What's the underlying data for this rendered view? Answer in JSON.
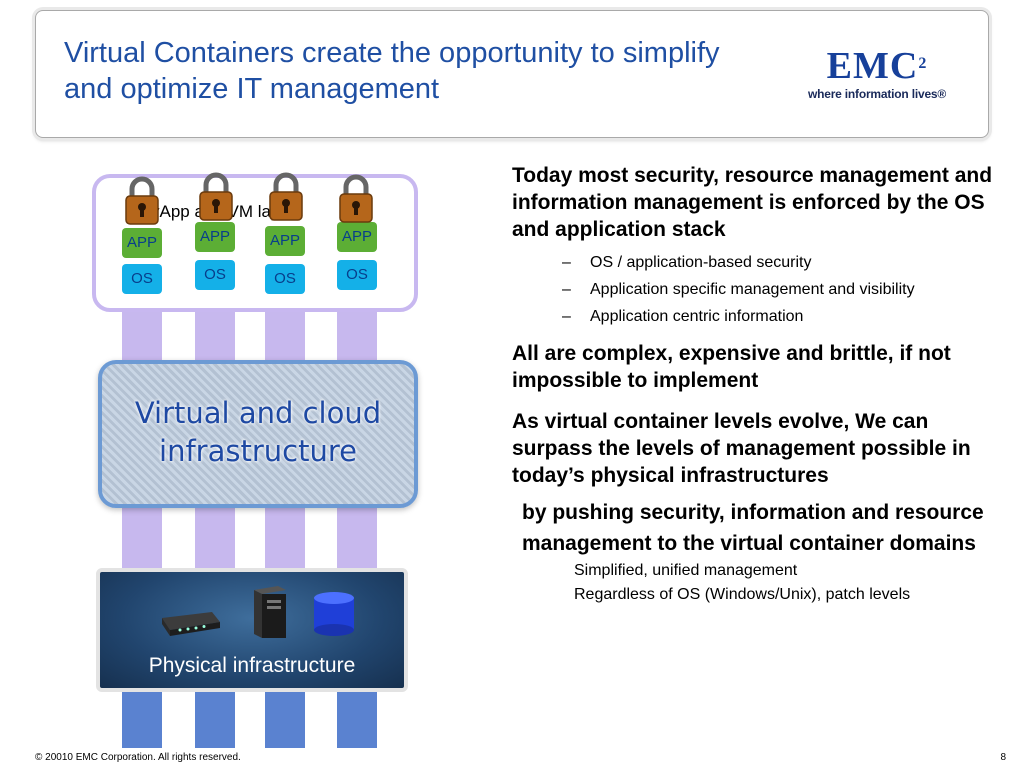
{
  "title": "Virtual Containers create the opportunity to simplify and optimize IT management",
  "logo": {
    "mark": "EMC",
    "superscript": "2",
    "tagline": "where information lives®"
  },
  "diagram": {
    "vapp_label": "vApp and VM layer",
    "columns": [
      {
        "app": "APP",
        "os": "OS"
      },
      {
        "app": "APP",
        "os": "OS"
      },
      {
        "app": "APP",
        "os": "OS"
      },
      {
        "app": "APP",
        "os": "OS"
      }
    ],
    "cloud_label": "Virtual and cloud infrastructure",
    "physical_label": "Physical infrastructure"
  },
  "content": {
    "point1": "Today most security, resource management and information management is enforced by the OS and application stack",
    "point1_subs": [
      "OS / application-based security",
      "Application specific management and visibility",
      "Application centric information"
    ],
    "point2": "All are complex, expensive and brittle, if not impossible to implement",
    "point3": "As virtual container levels evolve, We can surpass the levels of management possible in today’s physical infrastructures",
    "point4": "by pushing security, information and resource management to the virtual container domains",
    "point4_subs": [
      "Simplified, unified management",
      "Regardless of OS (Windows/Unix), patch levels"
    ]
  },
  "footer": {
    "copyright": "© 20010  EMC Corporation.   All rights reserved.",
    "page": "8"
  },
  "colors": {
    "title": "#1f4fa3",
    "app_green": "#5cae35",
    "os_blue": "#14b0e8",
    "column_purple": "#c7b8ee"
  }
}
